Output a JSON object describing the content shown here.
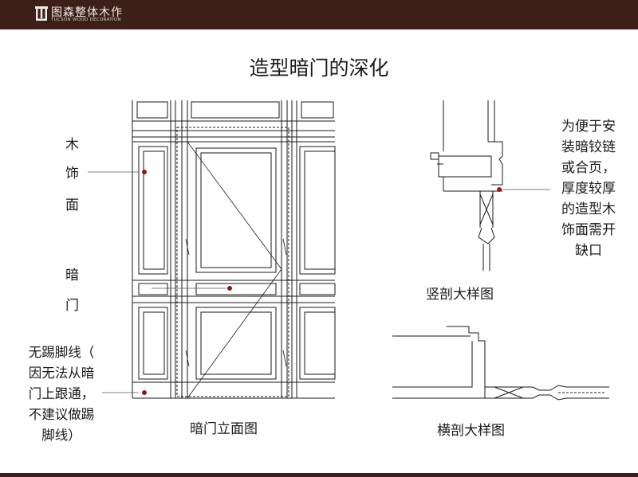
{
  "header": {
    "brand_name": "图森整体木作",
    "brand_sub": "TUCSON WOOD DECORATION",
    "colors": {
      "bar": "#3d1f1a",
      "text": "#f3ece6",
      "dot": "#8b1a1a"
    }
  },
  "title": "造型暗门的深化",
  "labels": {
    "wood_face": [
      "木",
      "饰",
      "面"
    ],
    "hidden_door": [
      "暗",
      "门"
    ],
    "no_skirting": [
      "无踢脚线（",
      "因无法从暗",
      "门上跟通，",
      "不建议做踢",
      "脚线）"
    ],
    "right_note": [
      "为便于安",
      "装暗铰链",
      "或合页，",
      "厚度较厚",
      "的造型木",
      "饰面需开",
      "缺口"
    ]
  },
  "captions": {
    "elevation": "暗门立面图",
    "vertical_section": "竖剖大样图",
    "horizontal_section": "横剖大样图"
  }
}
